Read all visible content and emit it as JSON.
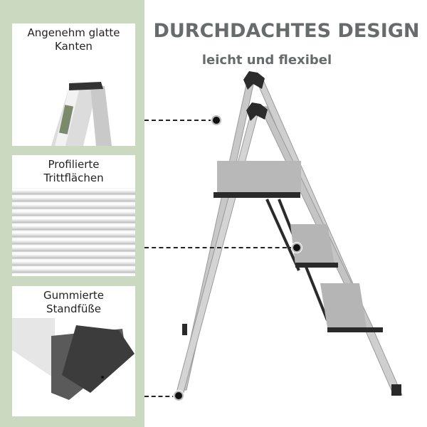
{
  "header": {
    "title": "DURCHDACHTES DESIGN",
    "subtitle": "leicht und flexibel"
  },
  "features": [
    {
      "label_line1": "Angenehm glatte",
      "label_line2": "Kanten",
      "detail": "ladder-top-edge"
    },
    {
      "label_line1": "Profilierte",
      "label_line2": "Trittflächen",
      "detail": "ribbed-step-surface"
    },
    {
      "label_line1": "Gummierte",
      "label_line2": "Standfüße",
      "detail": "rubber-foot"
    }
  ],
  "colors": {
    "sidebar": "#cbd9c0",
    "text": "#676b6b",
    "aluminium": "#c8c8c8",
    "dark": "#2a2a2a"
  }
}
